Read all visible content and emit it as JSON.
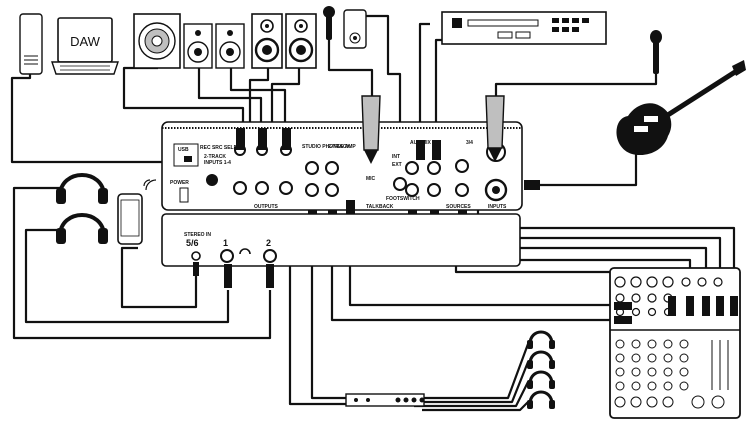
{
  "computer": {
    "screen_text": "DAW"
  },
  "interface_top": {
    "usb_label": "USB",
    "rec_src_label": "REC SRC SELECT",
    "rec_src_opt1": "2-TRACK",
    "rec_src_opt2": "INPUTS 1-4",
    "power_label": "POWER",
    "talkback_mic_label": "TALKBACK",
    "studio_phones_label": "STUDIO PHONES AMP",
    "two_track_label": "2-TRACK",
    "int_label": "INT",
    "ext_label": "EXT",
    "mic_label": "MIC",
    "footswitch_label": "FOOTSWITCH",
    "aux_mix_label": "AUX MIX",
    "three_four_label": "3/4",
    "outputs_label": "OUTPUTS",
    "talkback_label": "TALKBACK",
    "sources_label": "SOURCES",
    "inputs_label": "INPUTS"
  },
  "interface_front": {
    "stereo_in_label": "STEREO IN",
    "stereo_in_number": "5/6",
    "out1_label": "1",
    "out2_label": "2"
  },
  "colors": {
    "ink": "#111111",
    "paper": "#ffffff",
    "gray": "#bfbfbf"
  }
}
